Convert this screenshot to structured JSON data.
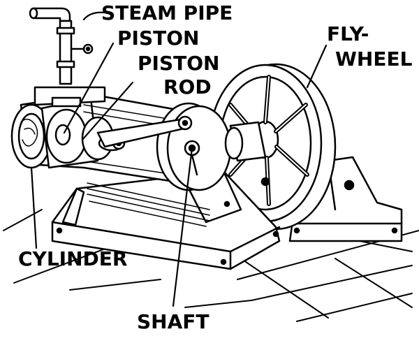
{
  "labels": {
    "steam_pipe": "STEAM PIPE",
    "piston": "PISTON",
    "piston_rod_line1": "PISTON",
    "piston_rod_line2": "ROD",
    "flywheel_line1": "FLY-",
    "flywheel_line2": "WHEEL",
    "cylinder": "CYLINDER",
    "shaft": "SHAFT"
  },
  "colors": {
    "ink": "#000000",
    "paper": "#ffffff"
  }
}
